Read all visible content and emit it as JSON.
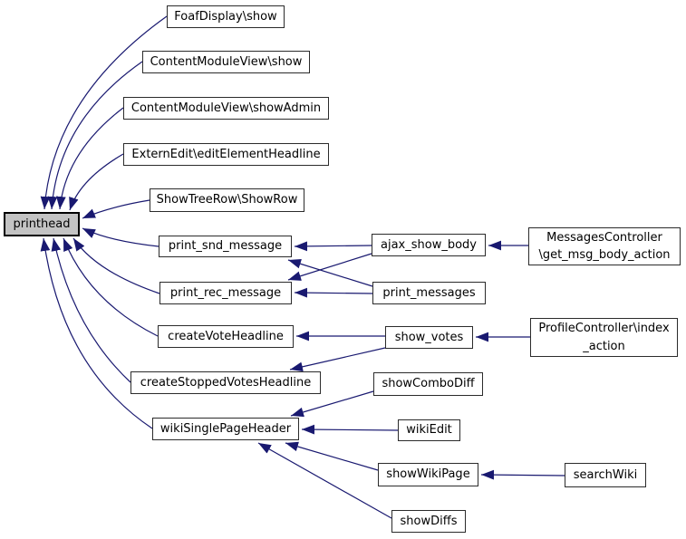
{
  "diagram": {
    "kind": "call-graph",
    "focus_node": "printhead",
    "colors": {
      "edge": "#191970",
      "node_border": "#2b2b2b",
      "node_fill": "#ffffff",
      "focus_fill": "#c3c3c3",
      "background": "#ffffff"
    },
    "nodes": {
      "printhead": {
        "label": "printhead"
      },
      "foafdisplay_show": {
        "label": "FoafDisplay\\show"
      },
      "contentmoduleview_show": {
        "label": "ContentModuleView\\show"
      },
      "contentmoduleview_showadmin": {
        "label": "ContentModuleView\\showAdmin"
      },
      "externedit_editelementheadline": {
        "label": "ExternEdit\\editElementHeadline"
      },
      "showtreerow_showrow": {
        "label": "ShowTreeRow\\ShowRow"
      },
      "print_snd_message": {
        "label": "print_snd_message"
      },
      "print_rec_message": {
        "label": "print_rec_message"
      },
      "createvoteheadline": {
        "label": "createVoteHeadline"
      },
      "createstoppedvotesheadline": {
        "label": "createStoppedVotesHeadline"
      },
      "wikisinglepageheader": {
        "label": "wikiSinglePageHeader"
      },
      "ajax_show_body": {
        "label": "ajax_show_body"
      },
      "print_messages": {
        "label": "print_messages"
      },
      "show_votes": {
        "label": "show_votes"
      },
      "showcombodiff": {
        "label": "showComboDiff"
      },
      "wikiedit": {
        "label": "wikiEdit"
      },
      "showwikipage": {
        "label": "showWikiPage"
      },
      "showdiffs": {
        "label": "showDiffs"
      },
      "messagescontroller_get_msg_body_action": {
        "label": "MessagesController\n\\get_msg_body_action"
      },
      "profilecontroller_index_action": {
        "label": "ProfileController\\index\n_action"
      },
      "searchwiki": {
        "label": "searchWiki"
      }
    },
    "edges": [
      {
        "from": "foafdisplay_show",
        "to": "printhead"
      },
      {
        "from": "contentmoduleview_show",
        "to": "printhead"
      },
      {
        "from": "contentmoduleview_showadmin",
        "to": "printhead"
      },
      {
        "from": "externedit_editelementheadline",
        "to": "printhead"
      },
      {
        "from": "showtreerow_showrow",
        "to": "printhead"
      },
      {
        "from": "print_snd_message",
        "to": "printhead"
      },
      {
        "from": "print_rec_message",
        "to": "printhead"
      },
      {
        "from": "createvoteheadline",
        "to": "printhead"
      },
      {
        "from": "createstoppedvotesheadline",
        "to": "printhead"
      },
      {
        "from": "wikisinglepageheader",
        "to": "printhead"
      },
      {
        "from": "ajax_show_body",
        "to": "print_snd_message"
      },
      {
        "from": "ajax_show_body",
        "to": "print_rec_message"
      },
      {
        "from": "print_messages",
        "to": "print_snd_message"
      },
      {
        "from": "print_messages",
        "to": "print_rec_message"
      },
      {
        "from": "show_votes",
        "to": "createvoteheadline"
      },
      {
        "from": "show_votes",
        "to": "createstoppedvotesheadline"
      },
      {
        "from": "showcombodiff",
        "to": "wikisinglepageheader"
      },
      {
        "from": "wikiedit",
        "to": "wikisinglepageheader"
      },
      {
        "from": "showwikipage",
        "to": "wikisinglepageheader"
      },
      {
        "from": "showdiffs",
        "to": "wikisinglepageheader"
      },
      {
        "from": "messagescontroller_get_msg_body_action",
        "to": "ajax_show_body"
      },
      {
        "from": "profilecontroller_index_action",
        "to": "show_votes"
      },
      {
        "from": "searchwiki",
        "to": "showwikipage"
      }
    ]
  }
}
